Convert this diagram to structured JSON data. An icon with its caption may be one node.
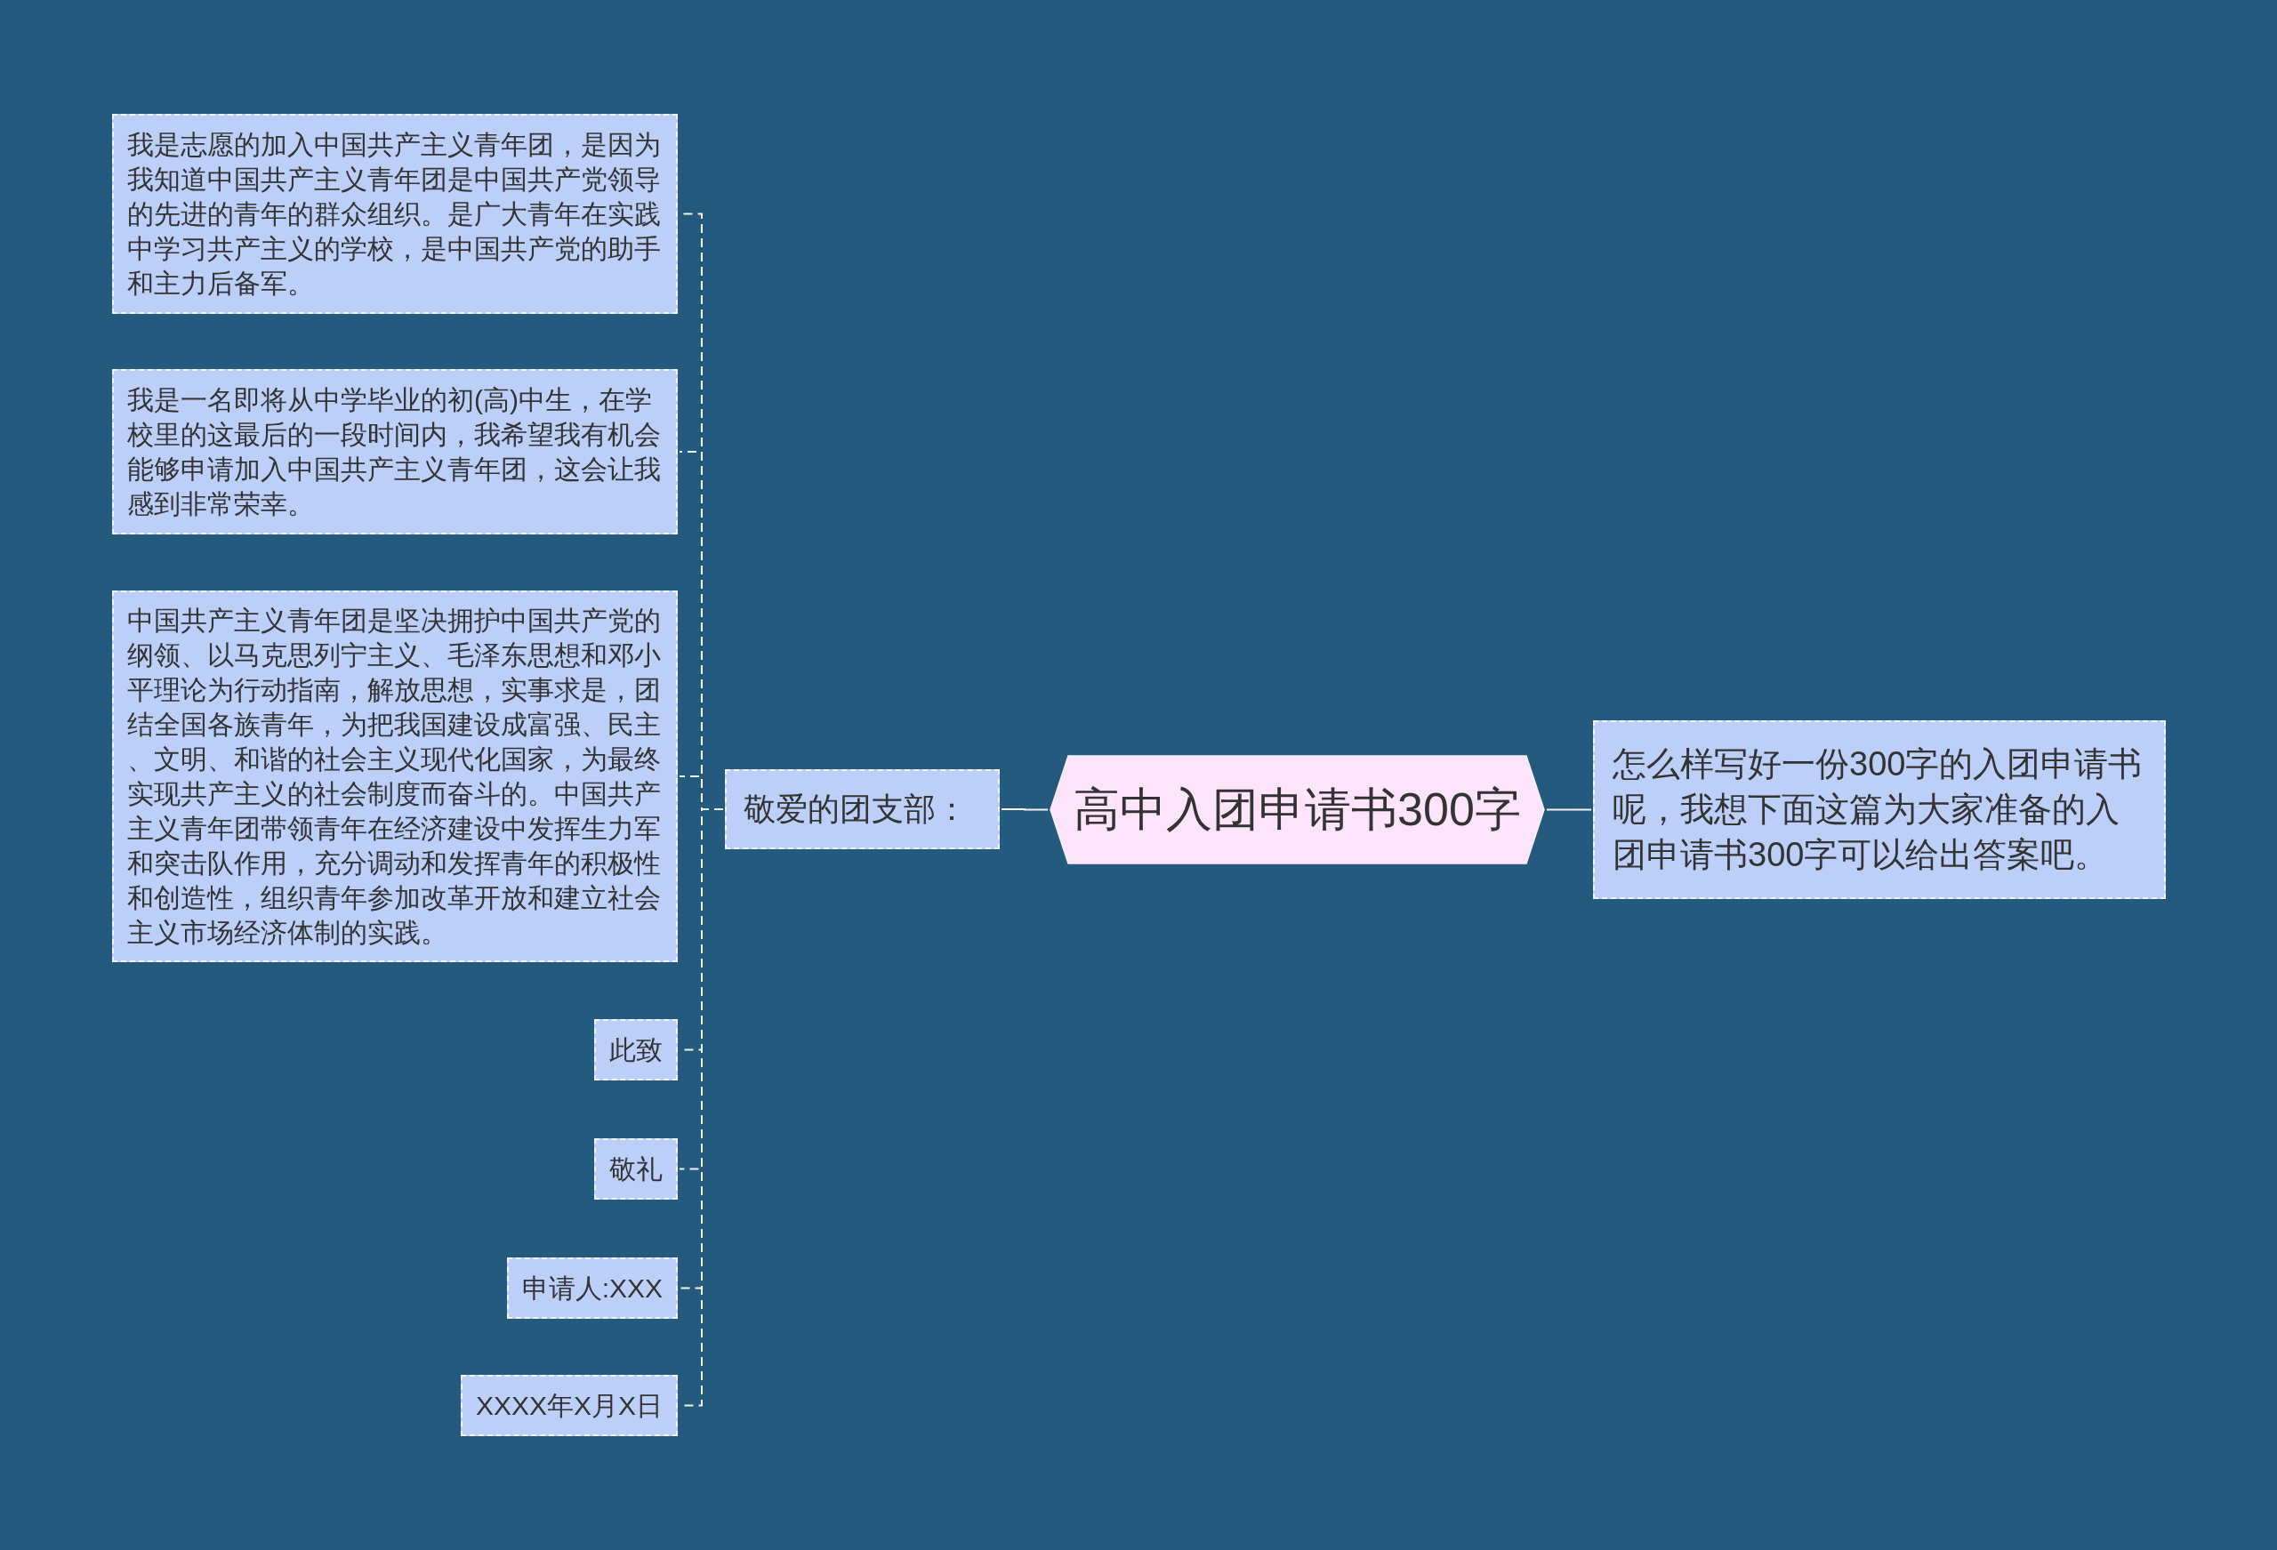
{
  "diagram": {
    "nodes": [
      {
        "text": [
          "高中入团申请书300字"
        ]
      },
      {
        "text": [
          "敬爱的团支部："
        ]
      },
      {
        "text": [
          "我是志愿的加入中国共产主义青年团，是因为我知道中国共产主义青年团是中国共产党领导的先进的青年的群众组织。是广大青年在实践中学习共产主义的学校，是中国共产党的助手和主力后备军。"
        ]
      },
      {
        "text": [
          "我是一名即将从中学毕业的初(高)中生，在学校里的这最后的一段时间内，我希望我有机会能够申请加入中国共产主义青年团，这会让我感到非常荣幸。"
        ]
      },
      {
        "text": [
          "中国共产主义青年团是坚决拥护中国共产党的纲领、以马克思列宁主义、毛泽东思想和邓小平理论为行动指南，解放思想，实事求是，团结全国各族青年，为把我国建设成富强、民主、文明、和谐的社会主义现代化国家，为最终实现共产主义的社会制度而奋斗的。中国共产主义青年团带领青年在经济建设中发挥生力军和突击队作用，充分调动和发挥青年的积极性和创造性，组织青年参加改革开放和建立社会主义市场经济体制的实践。"
        ]
      },
      {
        "text": [
          "此致"
        ]
      },
      {
        "text": [
          "敬礼"
        ]
      },
      {
        "text": [
          "申请人:XXX"
        ]
      },
      {
        "text": [
          "XXXX年X月X日"
        ]
      },
      {
        "text": [
          "怎么样写好一份300字的入团申请书呢，我想下面这篇为大家准备的入团申请书300字可以给出答案吧。"
        ]
      }
    ],
    "edges": [
      {
        "from": 0,
        "to": 1,
        "arrow": "none"
      },
      {
        "from": 0,
        "to": 9,
        "arrow": "none"
      },
      {
        "from": 1,
        "to": 2,
        "arrow": "none",
        "style": "dashed"
      },
      {
        "from": 1,
        "to": 3,
        "arrow": "none",
        "style": "dashed"
      },
      {
        "from": 1,
        "to": 4,
        "arrow": "none",
        "style": "dashed"
      },
      {
        "from": 1,
        "to": 5,
        "arrow": "none",
        "style": "dashed"
      },
      {
        "from": 1,
        "to": 6,
        "arrow": "none",
        "style": "dashed"
      },
      {
        "from": 1,
        "to": 7,
        "arrow": "none",
        "style": "dashed"
      },
      {
        "from": 1,
        "to": 8,
        "arrow": "none",
        "style": "dashed"
      }
    ]
  }
}
